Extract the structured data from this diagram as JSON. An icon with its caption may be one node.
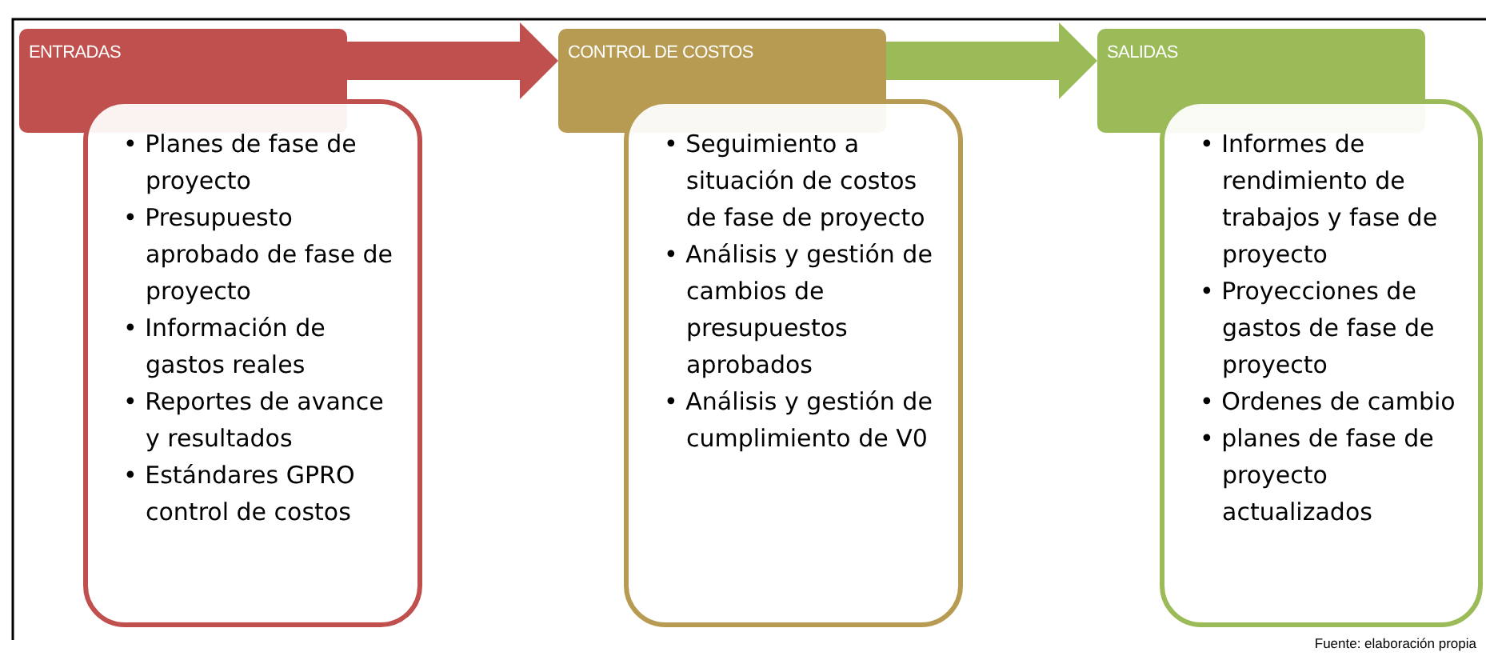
{
  "diagram": {
    "caption": "Fuente: elaboración propia",
    "nodes": [
      {
        "text": [
          "ENTRADAS"
        ]
      },
      {
        "text": [
          "• Planes de fase de proyecto",
          "• Presupuesto aprobado de fase de proyecto",
          "• Información de gastos reales",
          "• Reportes de avance y resultados",
          "• Estándares GPRO control de costos"
        ]
      },
      {
        "text": [
          "CONTROL DE COSTOS"
        ]
      },
      {
        "text": [
          "• Seguimiento a situación de costos de fase de proyecto",
          "• Análisis y gestión de cambios de presupuestos aprobados",
          "• Análisis y gestión de cumplimiento de V0"
        ]
      },
      {
        "text": [
          "SALIDAS"
        ]
      },
      {
        "text": [
          "• Informes de rendimiento de trabajos y fase de proyecto",
          "• Proyecciones de gastos de fase de proyecto",
          "• Ordenes de cambio",
          "• planes de fase de proyecto actualizados"
        ]
      }
    ],
    "edges": [
      {
        "from": 0,
        "to": 2,
        "arrow": "to",
        "color": "#c0504d"
      },
      {
        "from": 2,
        "to": 4,
        "arrow": "to",
        "color": "#9bbb59"
      }
    ]
  }
}
